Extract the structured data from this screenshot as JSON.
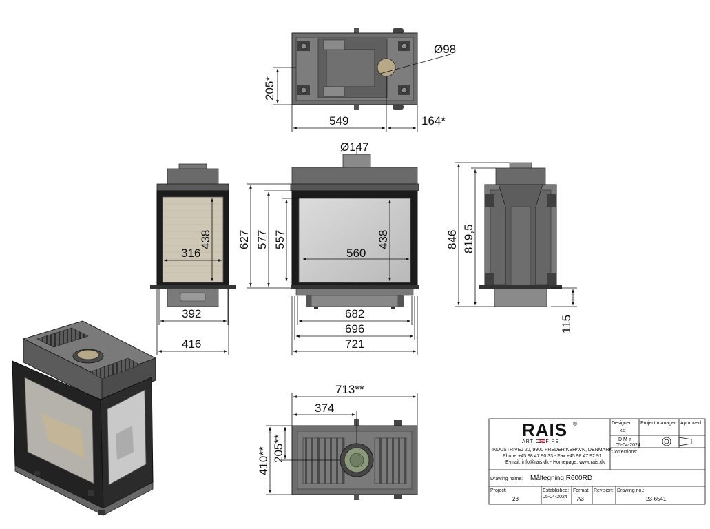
{
  "dimensions": {
    "top_depth": "205*",
    "top_width": "549",
    "top_offset": "164*",
    "flue_top": "Ø98",
    "flue_front": "Ø147",
    "side_glass_h": "438",
    "side_glass_w": "316",
    "side_inner_w": "392",
    "side_outer_w": "416",
    "front_h_627": "627",
    "front_h_577": "577",
    "front_h_557": "557",
    "front_glass_h": "438",
    "front_glass_w": "560",
    "front_w_682": "682",
    "front_w_696": "696",
    "front_w_721": "721",
    "back_h_846": "846",
    "back_h_8195": "819,5",
    "back_base_115": "115",
    "bottom_w_713": "713**",
    "bottom_w_374": "374",
    "bottom_d_410": "410**",
    "bottom_d_205": "205**"
  },
  "title_block": {
    "logo": "RAIS",
    "registered": "®",
    "tagline": "ART OF FIRE",
    "address": "INDUSTRIVEJ 20, 9900 FREDERIKSHAVN, DENMARK",
    "phone": "Phone +45 98 47 90 33 - Fax +45 98 47 92 91",
    "email": "E-mail: info@rais.dk - Homepage: www.rais.dk",
    "designer_label": "Designer:",
    "designer_value": "ksj",
    "pm_label": "Project manager:",
    "approved_label": "Approved:",
    "dmy_label": "D   M   Y",
    "date_value": "05-04-2024",
    "corrections_label": "Corrections:",
    "drawing_name_label": "Drawing name:",
    "drawing_name_value": "Måltegning R600RD",
    "project_label": "Project:",
    "project_value": "23",
    "established_label": "Established:",
    "established_value": "05-04-2024",
    "format_label": "Format:",
    "format_value": "A3",
    "revision_label": "Revision:",
    "drawing_no_label": "Drawing no.:",
    "drawing_no_value": "23-6541"
  },
  "colors": {
    "steel": "#6e6e6e",
    "dark": "#3c3c3c",
    "glass": "#c9c9c9",
    "flue_opening": "#b8a986",
    "bottom_ring": "#8a9a7a"
  }
}
